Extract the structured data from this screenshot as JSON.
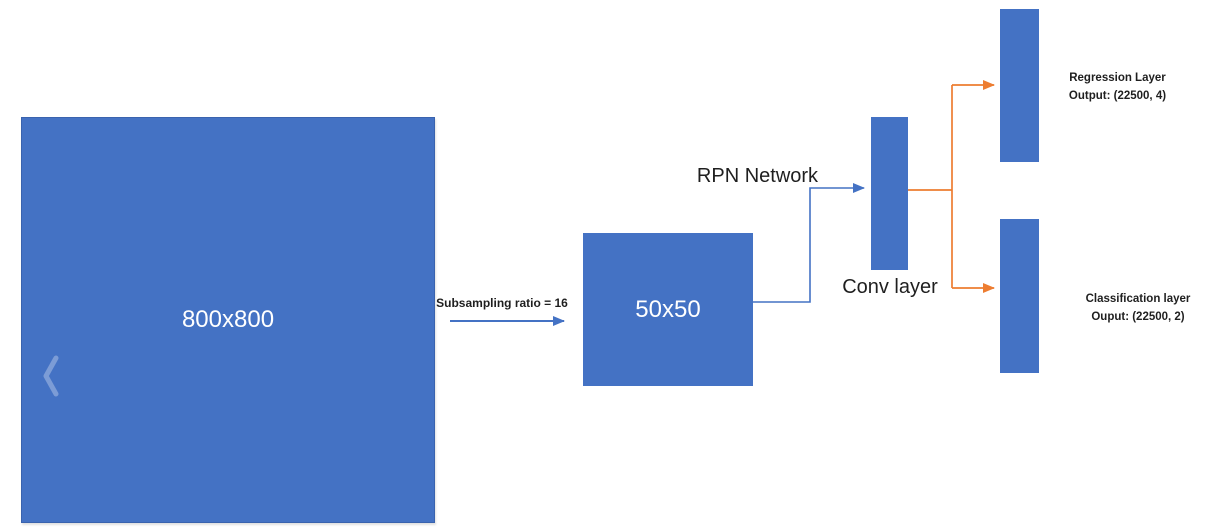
{
  "colors": {
    "shape-blue": "#4472C4",
    "shape-border": "#3a63ae",
    "connector-blue": "#4472C4",
    "connector-orange": "#ED7D31",
    "text-dark": "#1f1f1f",
    "chevron": "rgba(255,255,255,0.30)"
  },
  "icons": {
    "previous_chevron": "chevron-left-icon"
  },
  "diagram": {
    "input_image_box": {
      "label": "800x800"
    },
    "subsampling_label": "Subsampling ratio = 16",
    "feature_map_box": {
      "label": "50x50"
    },
    "rpn_network_label": "RPN Network",
    "conv_layer_label": "Conv layer",
    "regression_output": {
      "line1": "Regression Layer",
      "line2": "Output: (22500, 4)"
    },
    "classification_output": {
      "line1": "Classification layer",
      "line2": "Ouput: (22500, 2)"
    }
  }
}
